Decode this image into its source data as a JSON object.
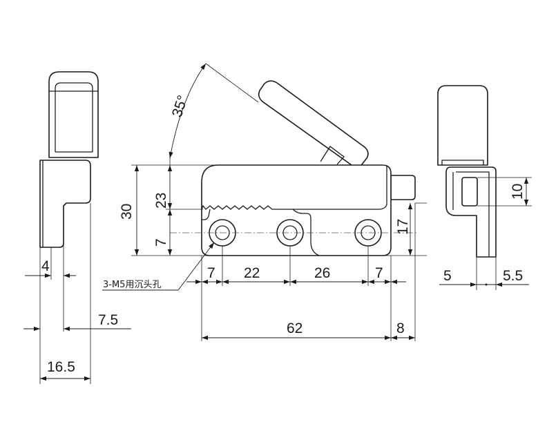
{
  "views": {
    "left_side": {
      "dims": {
        "tab_width": "4",
        "body_offset": "7.5",
        "total_width": "16.5"
      }
    },
    "front": {
      "angle": "35°",
      "dims": {
        "total_height": "30",
        "upper_height": "23",
        "hole_offset_y": "7",
        "hole_height": "17",
        "hole_offset_left": "7",
        "hole_pitch_1": "22",
        "hole_pitch_2": "26",
        "hole_offset_right": "7",
        "body_length": "62",
        "plunger_length": "8"
      },
      "hole_note": "3-M5用沉头孔"
    },
    "right_side": {
      "dims": {
        "slot_height": "10",
        "base_width": "5",
        "lip_width": "5.5"
      }
    }
  }
}
